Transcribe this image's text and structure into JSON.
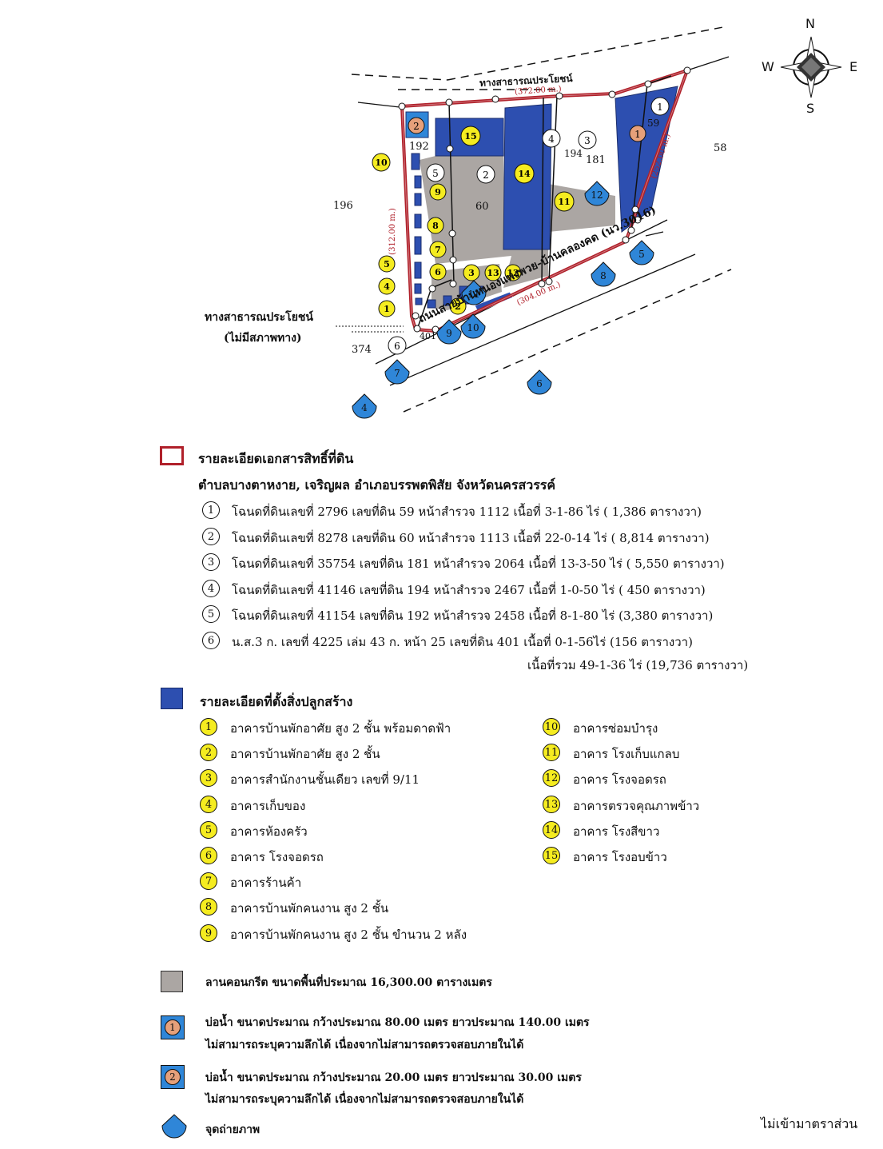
{
  "compass": {
    "n": "N",
    "s": "S",
    "e": "E",
    "w": "W"
  },
  "map": {
    "road_top_label": "ทางสาธารณประโยชน์",
    "road_left_label": [
      "ทางสาธารณประโยชน์",
      "(ไม่มีสภาพทาง)"
    ],
    "highway_label": "ถนนสายบ้านหนองแพงพวย-บ้านคลองคด (นว.3016)",
    "dim_top": "(372.00 m.)",
    "dim_left": "(312.00 m.)",
    "dim_right": "(252.00 m.)",
    "dim_bottom": "(304.00 m.)",
    "neighbor_parcels": [
      "196",
      "58",
      "374"
    ],
    "parcel_numbers": [
      "192",
      "60",
      "194",
      "181",
      "59",
      "401"
    ]
  },
  "land_legend": {
    "title": "รายละเอียดเอกสารสิทธิ์ที่ดิน",
    "location": "ตำบลบางตาหงาย, เจริญผล  อำเภอบรรพตพิสัย  จังหวัดนครสวรรค์",
    "deeds": [
      {
        "n": "1",
        "text": "โฉนดที่ดินเลขที่ 2796 เลขที่ดิน  59  หน้าสำรวจ  1112   เนื้อที่  3-1-86  ไร่ ( 1,386  ตารางวา)"
      },
      {
        "n": "2",
        "text": "โฉนดที่ดินเลขที่ 8278 เลขที่ดิน  60  หน้าสำรวจ  1113   เนื้อที่ 22-0-14 ไร่ ( 8,814  ตารางวา)"
      },
      {
        "n": "3",
        "text": "โฉนดที่ดินเลขที่ 35754 เลขที่ดิน 181 หน้าสำรวจ  2064  เนื้อที่ 13-3-50 ไร่ ( 5,550  ตารางวา)"
      },
      {
        "n": "4",
        "text": "โฉนดที่ดินเลขที่ 41146 เลขที่ดิน  194  หน้าสำรวจ  2467   เนื้อที่  1-0-50  ไร่ ( 450  ตารางวา)"
      },
      {
        "n": "5",
        "text": "โฉนดที่ดินเลขที่ 41154  เลขที่ดิน 192 หน้าสำรวจ  2458   เนื้อที่  8-1-80  ไร่ (3,380 ตารางวา)"
      },
      {
        "n": "6",
        "text": "น.ส.3 ก.  เลขที่ 4225   เล่ม 43 ก.   หน้า  25   เลขที่ดิน  401  เนื้อที่  0-1-56ไร่ (156  ตารางวา)"
      }
    ],
    "total": "เนื้อที่รวม  49-1-36  ไร่ (19,736 ตารางวา)"
  },
  "building_legend": {
    "title": "รายละเอียดที่ตั้งสิ่งปลูกสร้าง",
    "items": [
      {
        "n": "1",
        "text": "อาคารบ้านพักอาศัย สูง 2  ชั้น  พร้อมดาดฟ้า"
      },
      {
        "n": "2",
        "text": "อาคารบ้านพักอาศัย สูง 2  ชั้น"
      },
      {
        "n": "3",
        "text": "อาคารสำนักงานชั้นเดียว เลขที่ 9/11"
      },
      {
        "n": "4",
        "text": "อาคารเก็บของ"
      },
      {
        "n": "5",
        "text": "อาคารห้องครัว"
      },
      {
        "n": "6",
        "text": "อาคาร โรงจอดรถ"
      },
      {
        "n": "7",
        "text": "อาคารร้านค้า"
      },
      {
        "n": "8",
        "text": "อาคารบ้านพักคนงาน  สูง 2 ชั้น"
      },
      {
        "n": "9",
        "text": "อาคารบ้านพักคนงาน  สูง 2 ชั้น ขำนวน 2 หลัง"
      },
      {
        "n": "10",
        "text": "อาคารซ่อมบำรุง"
      },
      {
        "n": "11",
        "text": "อาคาร โรงเก็บแกลบ"
      },
      {
        "n": "12",
        "text": "อาคาร โรงจอดรถ"
      },
      {
        "n": "13",
        "text": "อาคารตรวจคุณภาพข้าว"
      },
      {
        "n": "14",
        "text": "อาคาร โรงสีขาว"
      },
      {
        "n": "15",
        "text": "อาคาร โรงอบข้าว"
      }
    ]
  },
  "other_legend": {
    "concrete": "ลานคอนกรีต ขนาดพื้นที่ประมาณ 16,300.00 ตารางเมตร",
    "pond1": {
      "n": "1",
      "line1": "บ่อน้ำ  ขนาดประมาณ  กว้างประมาณ  80.00  เมตร  ยาวประมาณ  140.00  เมตร",
      "line2": "ไม่สามารถระบุความลึกได้  เนื่องจากไม่สามารถตรวจสอบภายในได้"
    },
    "pond2": {
      "n": "2",
      "line1": "บ่อน้ำ  ขนาดประมาณ  กว้างประมาณ  20.00  เมตร  ยาวประมาณ  30.00  เมตร",
      "line2": "ไม่สามารถระบุความลึกได้  เนื่องจากไม่สามารถตรวจสอบภายในได้"
    },
    "photo_point": "จุดถ่ายภาพ",
    "not_to_scale": "ไม่เข้ามาตราส่วน"
  },
  "colors": {
    "boundary": "#b0202a",
    "building": "#2d4fb0",
    "concrete": "#aba6a3",
    "pond": "#2f86d8",
    "marker_yellow": "#f5ec20",
    "photo_marker": "#2f86d8"
  }
}
